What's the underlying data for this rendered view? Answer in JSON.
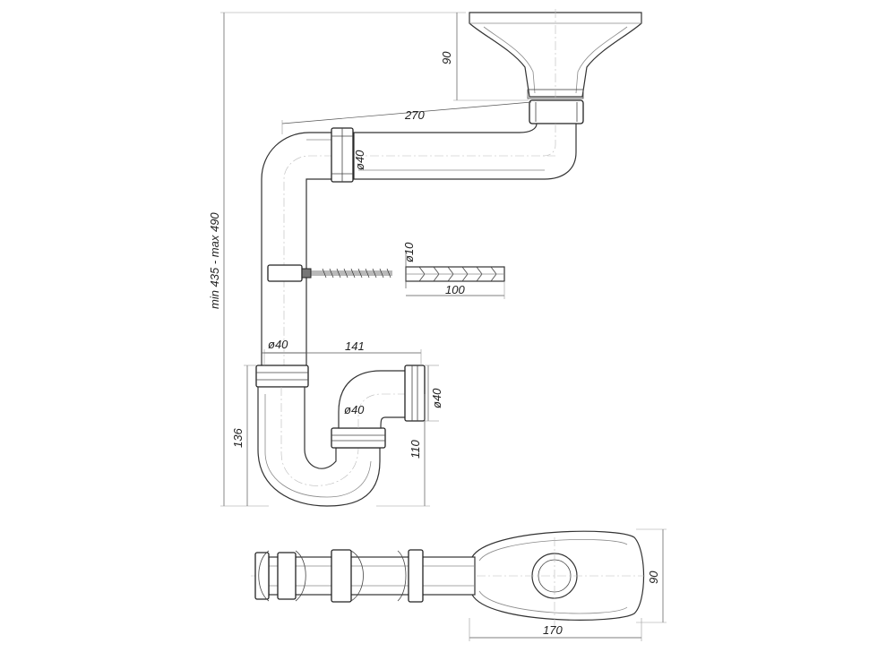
{
  "dimensions": {
    "trap_height": "136",
    "total_height": "min 435 - max 490",
    "funnel_height": "90",
    "horizontal_length": "270",
    "upper_pipe_diameter": "ø40",
    "screw_diameter": "ø10",
    "screw_length": "100",
    "vertical_pipe_diameter": "ø40",
    "trap_offset": "141",
    "outlet_diameter": "ø40",
    "trap_inner_diameter": "ø40",
    "outlet_height": "110",
    "drain_depth": "90",
    "drain_width": "170"
  }
}
